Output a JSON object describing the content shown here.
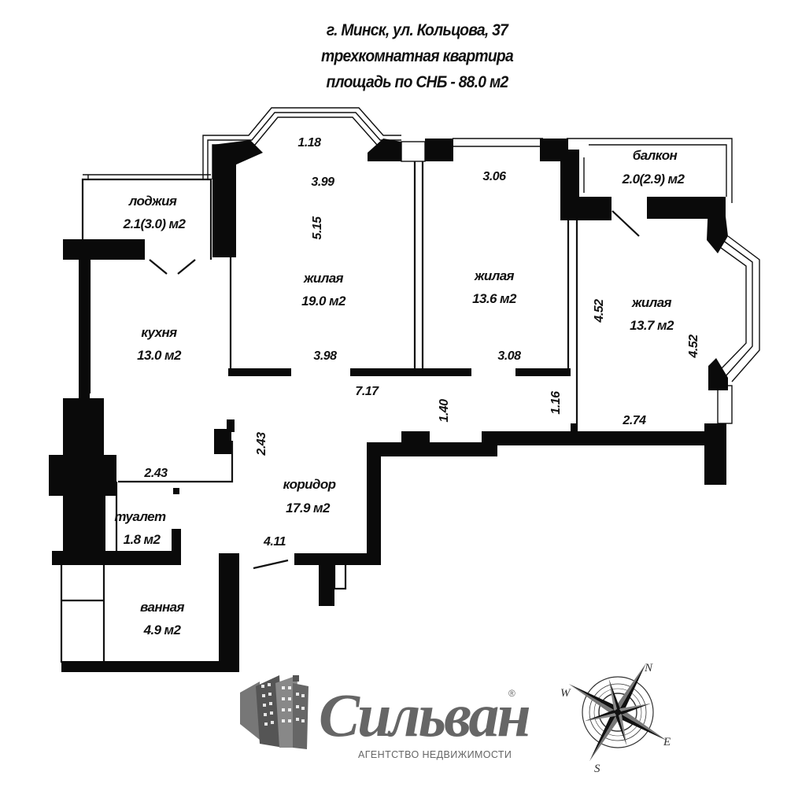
{
  "header": {
    "address": "г. Минск, ул. Кольцова, 37",
    "type": "трехкомнатная квартира",
    "area": "площадь по СНБ - 88.0 м2"
  },
  "rooms": {
    "loggia": {
      "name": "лоджия",
      "area": "2.1(3.0) м2"
    },
    "balcony": {
      "name": "балкон",
      "area": "2.0(2.9) м2"
    },
    "living1": {
      "name": "жилая",
      "area": "19.0 м2"
    },
    "living2": {
      "name": "жилая",
      "area": "13.6 м2"
    },
    "living3": {
      "name": "жилая",
      "area": "13.7 м2"
    },
    "kitchen": {
      "name": "кухня",
      "area": "13.0 м2"
    },
    "corridor": {
      "name": "коридор",
      "area": "17.9 м2"
    },
    "toilet": {
      "name": "туалет",
      "area": "1.8 м2"
    },
    "bathroom": {
      "name": "ванная",
      "area": "4.9 м2"
    }
  },
  "dimensions": {
    "bay_width": "1.18",
    "living1_top": "3.99",
    "living1_height": "5.15",
    "living1_bottom": "3.98",
    "living2_top": "3.06",
    "living2_bottom": "3.08",
    "living3_left": "4.52",
    "living3_right": "4.52",
    "corridor_width": "7.17",
    "corridor_1": "1.40",
    "corridor_2": "1.16",
    "corridor_3": "2.74",
    "toilet_width": "2.43",
    "toilet_height": "2.43",
    "hall_width": "4.11"
  },
  "branding": {
    "name": "Сильван",
    "registered": "®",
    "subtitle": "АГЕНТСТВО НЕДВИЖИМОСТИ"
  },
  "compass": {
    "n": "N",
    "e": "E",
    "s": "S",
    "w": "W"
  }
}
